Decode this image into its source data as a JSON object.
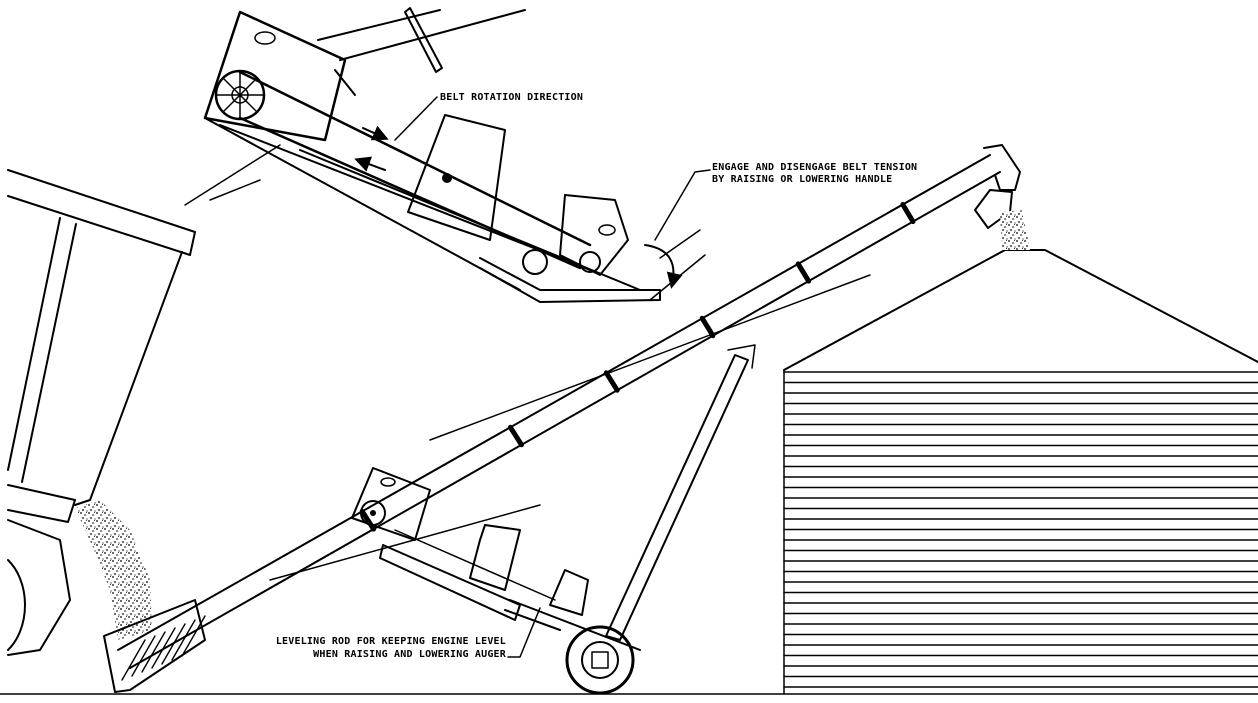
{
  "labels": {
    "belt_rotation": "BELT ROTATION DIRECTION",
    "tension_line1": "ENGAGE AND DISENGAGE BELT TENSION",
    "tension_line2": "BY RAISING OR LOWERING HANDLE",
    "leveling_line1": "LEVELING ROD FOR KEEPING ENGINE LEVEL",
    "leveling_line2": "WHEN RAISING AND LOWERING AUGER"
  },
  "style": {
    "line_color": "#000000",
    "background": "#ffffff"
  }
}
